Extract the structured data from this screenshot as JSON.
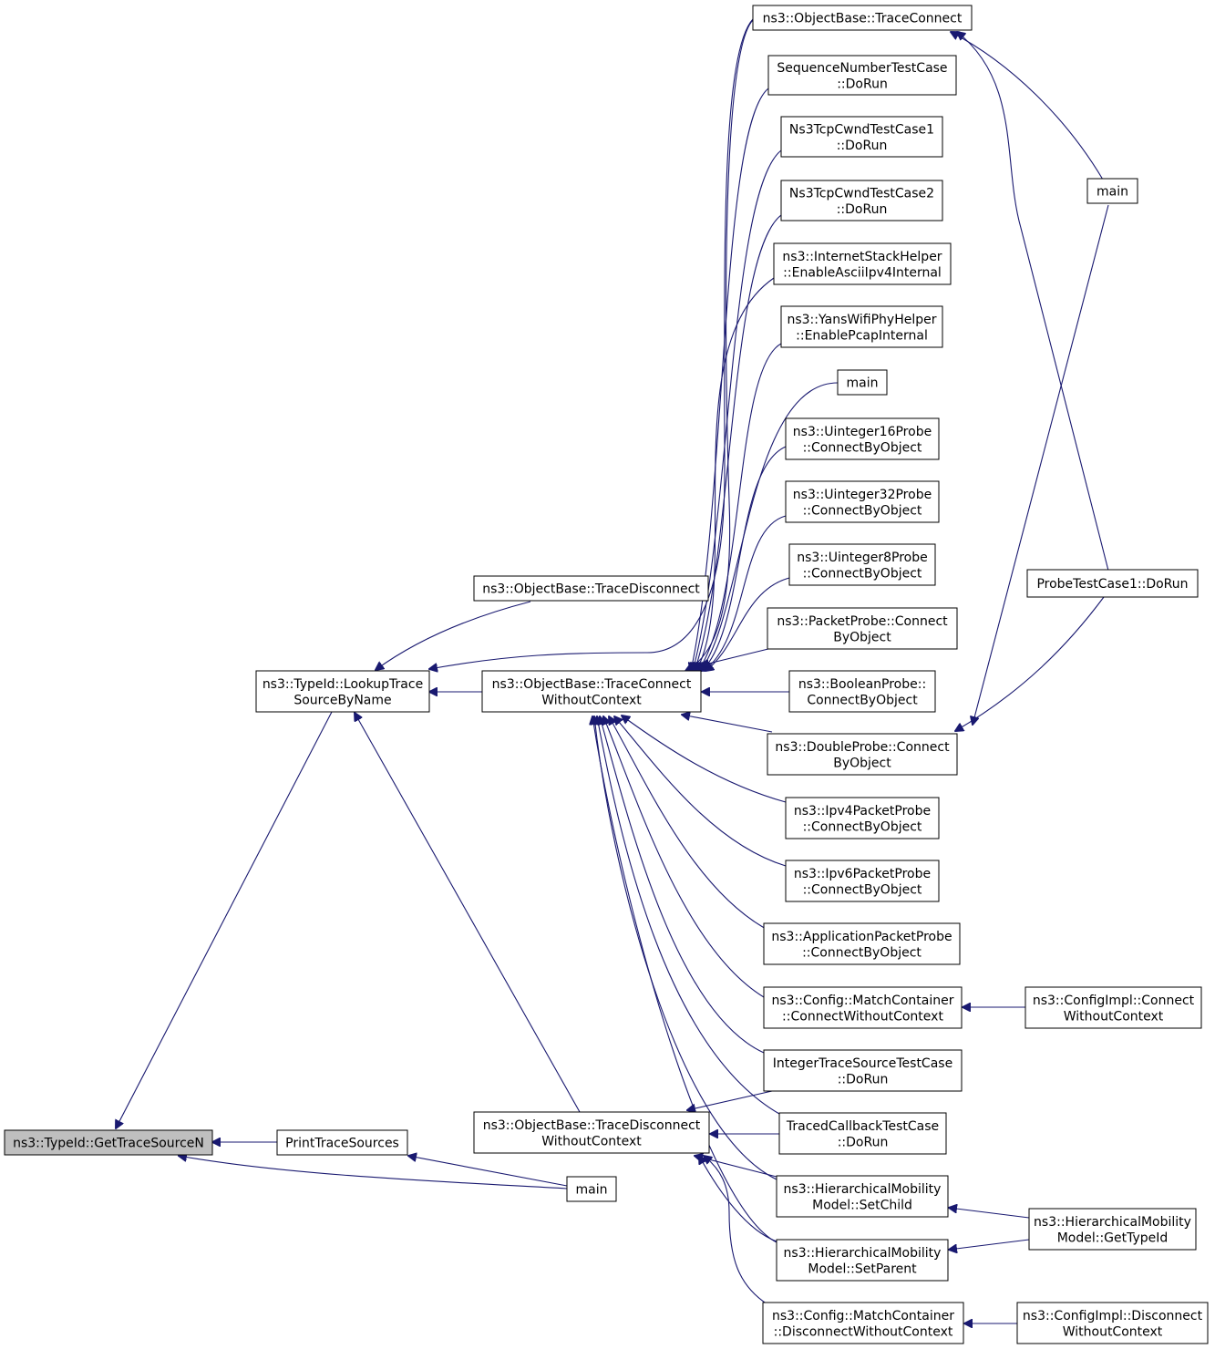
{
  "colors": {
    "edge": "#191970",
    "root_fill": "#bfbfbf",
    "node_fill": "#ffffff",
    "border": "#000000"
  },
  "nodes": [
    {
      "id": "n0",
      "lines": [
        "ns3::TypeId::GetTraceSourceN"
      ],
      "root": true
    },
    {
      "id": "n1",
      "lines": [
        "ns3::TypeId::LookupTrace",
        "SourceByName"
      ]
    },
    {
      "id": "n2",
      "lines": [
        "PrintTraceSources"
      ]
    },
    {
      "id": "n3",
      "lines": [
        "main"
      ]
    },
    {
      "id": "n4",
      "lines": [
        "ns3::ObjectBase::TraceDisconnect"
      ]
    },
    {
      "id": "n5",
      "lines": [
        "ns3::ObjectBase::TraceConnect",
        "WithoutContext"
      ]
    },
    {
      "id": "n6",
      "lines": [
        "ns3::ObjectBase::TraceDisconnect",
        "WithoutContext"
      ]
    },
    {
      "id": "n7",
      "lines": [
        "ns3::ObjectBase::TraceConnect"
      ]
    },
    {
      "id": "n8",
      "lines": [
        "SequenceNumberTestCase",
        "::DoRun"
      ]
    },
    {
      "id": "n9",
      "lines": [
        "Ns3TcpCwndTestCase1",
        "::DoRun"
      ]
    },
    {
      "id": "n10",
      "lines": [
        "Ns3TcpCwndTestCase2",
        "::DoRun"
      ]
    },
    {
      "id": "n11",
      "lines": [
        "ns3::InternetStackHelper",
        "::EnableAsciiIpv4Internal"
      ]
    },
    {
      "id": "n12",
      "lines": [
        "ns3::YansWifiPhyHelper",
        "::EnablePcapInternal"
      ]
    },
    {
      "id": "n13",
      "lines": [
        "main"
      ]
    },
    {
      "id": "n14",
      "lines": [
        "ns3::Uinteger16Probe",
        "::ConnectByObject"
      ]
    },
    {
      "id": "n15",
      "lines": [
        "ns3::Uinteger32Probe",
        "::ConnectByObject"
      ]
    },
    {
      "id": "n16",
      "lines": [
        "ns3::Uinteger8Probe",
        "::ConnectByObject"
      ]
    },
    {
      "id": "n17",
      "lines": [
        "ns3::PacketProbe::Connect",
        "ByObject"
      ]
    },
    {
      "id": "n18",
      "lines": [
        "ns3::BooleanProbe::",
        "ConnectByObject"
      ]
    },
    {
      "id": "n19",
      "lines": [
        "ns3::DoubleProbe::Connect",
        "ByObject"
      ]
    },
    {
      "id": "n20",
      "lines": [
        "ns3::Ipv4PacketProbe",
        "::ConnectByObject"
      ]
    },
    {
      "id": "n21",
      "lines": [
        "ns3::Ipv6PacketProbe",
        "::ConnectByObject"
      ]
    },
    {
      "id": "n22",
      "lines": [
        "ns3::ApplicationPacketProbe",
        "::ConnectByObject"
      ]
    },
    {
      "id": "n23",
      "lines": [
        "ns3::Config::MatchContainer",
        "::ConnectWithoutContext"
      ]
    },
    {
      "id": "n24",
      "lines": [
        "IntegerTraceSourceTestCase",
        "::DoRun"
      ]
    },
    {
      "id": "n25",
      "lines": [
        "TracedCallbackTestCase",
        "::DoRun"
      ]
    },
    {
      "id": "n26",
      "lines": [
        "ns3::HierarchicalMobility",
        "Model::SetChild"
      ]
    },
    {
      "id": "n27",
      "lines": [
        "ns3::HierarchicalMobility",
        "Model::SetParent"
      ]
    },
    {
      "id": "n28",
      "lines": [
        "ns3::Config::MatchContainer",
        "::DisconnectWithoutContext"
      ]
    },
    {
      "id": "n29",
      "lines": [
        "main"
      ]
    },
    {
      "id": "n30",
      "lines": [
        "ProbeTestCase1::DoRun"
      ]
    },
    {
      "id": "n31",
      "lines": [
        "ns3::ConfigImpl::Connect",
        "WithoutContext"
      ]
    },
    {
      "id": "n32",
      "lines": [
        "ns3::HierarchicalMobility",
        "Model::GetTypeId"
      ]
    },
    {
      "id": "n33",
      "lines": [
        "ns3::ConfigImpl::Disconnect",
        "WithoutContext"
      ]
    }
  ],
  "edges": [
    [
      "n1",
      "n0"
    ],
    [
      "n2",
      "n0"
    ],
    [
      "n3",
      "n0"
    ],
    [
      "n3",
      "n2"
    ],
    [
      "n4",
      "n1"
    ],
    [
      "n5",
      "n1"
    ],
    [
      "n7",
      "n1"
    ],
    [
      "n6",
      "n1"
    ],
    [
      "n7",
      "n5"
    ],
    [
      "n8",
      "n5"
    ],
    [
      "n9",
      "n5"
    ],
    [
      "n10",
      "n5"
    ],
    [
      "n11",
      "n5"
    ],
    [
      "n12",
      "n5"
    ],
    [
      "n13",
      "n5"
    ],
    [
      "n14",
      "n5"
    ],
    [
      "n15",
      "n5"
    ],
    [
      "n16",
      "n5"
    ],
    [
      "n17",
      "n5"
    ],
    [
      "n18",
      "n5"
    ],
    [
      "n19",
      "n5"
    ],
    [
      "n20",
      "n5"
    ],
    [
      "n21",
      "n5"
    ],
    [
      "n22",
      "n5"
    ],
    [
      "n23",
      "n5"
    ],
    [
      "n24",
      "n5"
    ],
    [
      "n25",
      "n5"
    ],
    [
      "n26",
      "n5"
    ],
    [
      "n27",
      "n5"
    ],
    [
      "n24",
      "n6"
    ],
    [
      "n25",
      "n6"
    ],
    [
      "n26",
      "n6"
    ],
    [
      "n27",
      "n6"
    ],
    [
      "n28",
      "n6"
    ],
    [
      "n29",
      "n7"
    ],
    [
      "n30",
      "n7"
    ],
    [
      "n29",
      "n19"
    ],
    [
      "n30",
      "n19"
    ],
    [
      "n31",
      "n23"
    ],
    [
      "n32",
      "n26"
    ],
    [
      "n32",
      "n27"
    ],
    [
      "n33",
      "n28"
    ]
  ]
}
